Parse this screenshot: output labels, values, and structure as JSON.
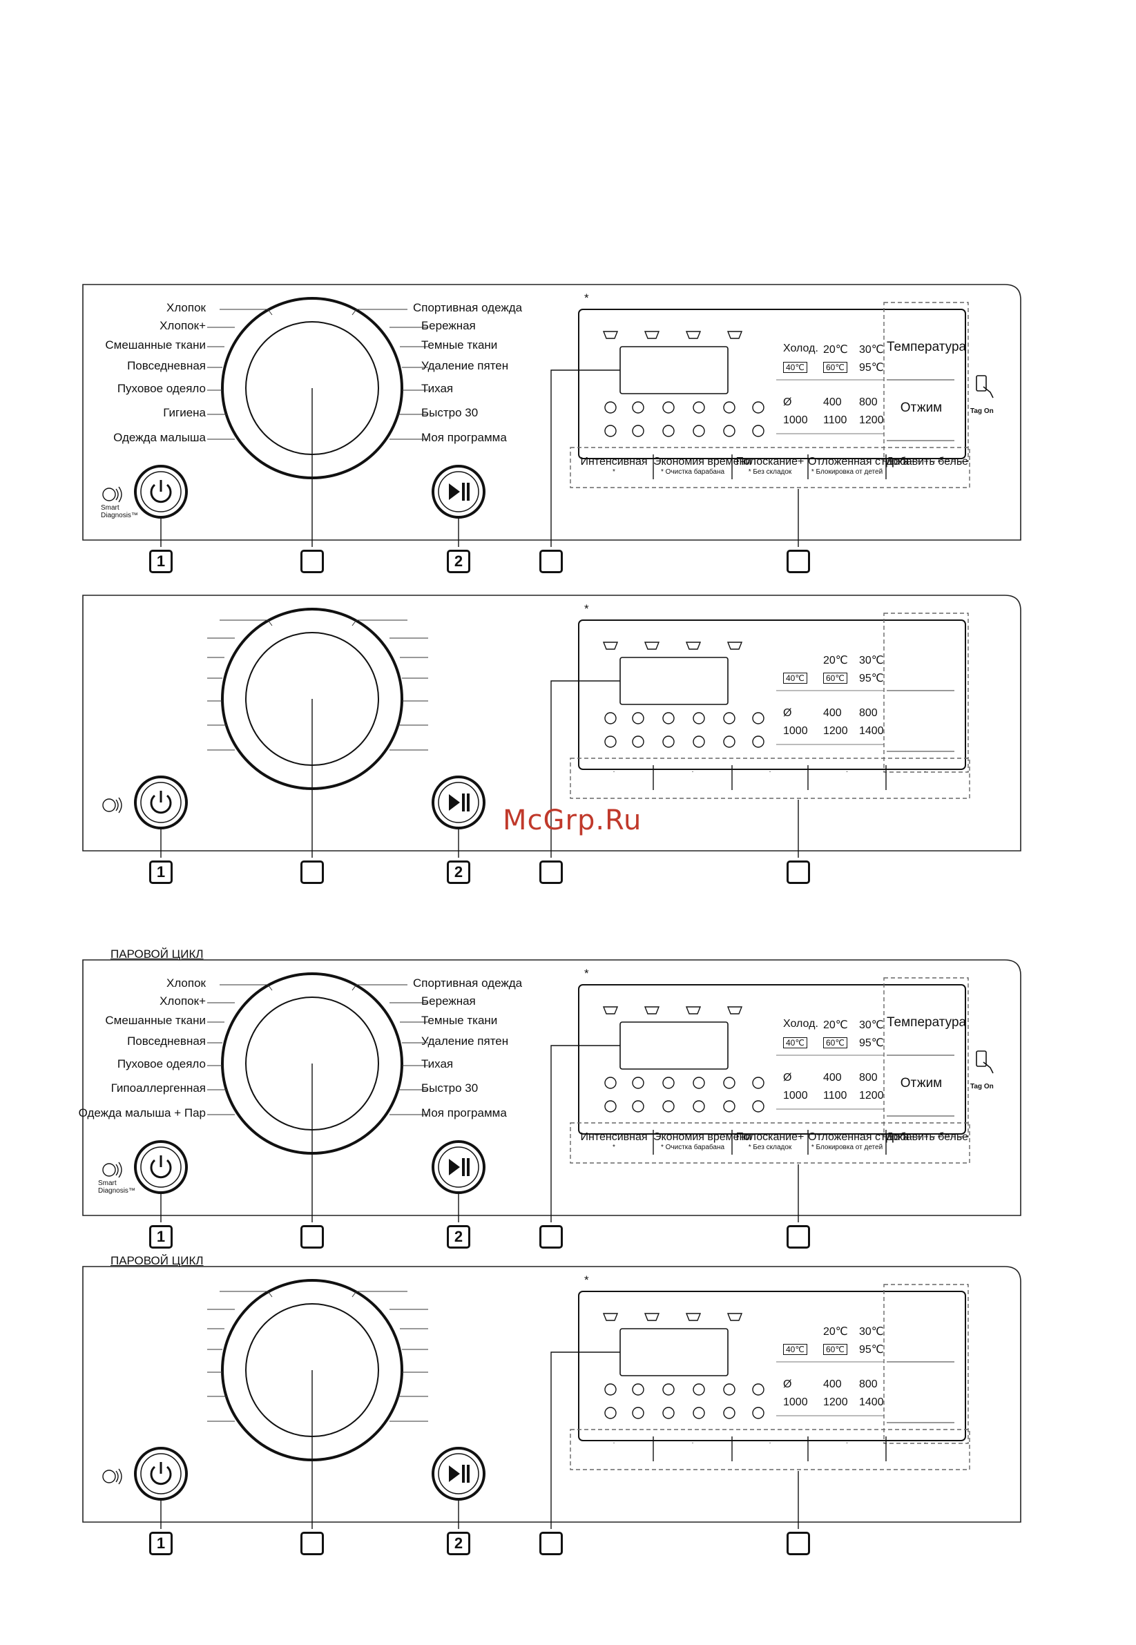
{
  "watermark": "McGrp.Ru",
  "asterisk": "*",
  "panels": [
    {
      "steam_title": "",
      "left_programs": [
        "Хлопок",
        "Хлопок+",
        "Смешанные ткани",
        "Повседневная",
        "Пуховое одеяло",
        "Гигиена",
        "Одежда малыша"
      ],
      "right_programs": [
        "Спортивная одежда",
        "Бережная",
        "Темные ткани",
        "Удаление пятен",
        "Тихая",
        "Быстро 30",
        "Моя программа"
      ],
      "smart_diagnosis": [
        "Smart",
        "Diagnosis™"
      ],
      "temps_row1": [
        "Холод.",
        "20℃",
        "30℃"
      ],
      "temps_row2": [
        "40℃",
        "60℃",
        "95℃"
      ],
      "spin_row1": [
        "Ø",
        "400",
        "800"
      ],
      "spin_row2": [
        "1000",
        "1100",
        "1200"
      ],
      "right_buttons": [
        "Температура",
        "Отжим"
      ],
      "tag_on": "Tag On",
      "options": [
        {
          "label": "Интенсивная",
          "sub": "*"
        },
        {
          "label": "Экономия времени",
          "sub": "* Очистка барабана"
        },
        {
          "label": "Полоскание+",
          "sub": "* Без складок"
        },
        {
          "label": "Отложенная стирка",
          "sub": "* Блокировка от детей"
        },
        {
          "label": "Добавить белье",
          "sub": ""
        }
      ],
      "callouts": [
        "1",
        "",
        "2",
        "",
        ""
      ]
    },
    {
      "steam_title": "",
      "left_programs": [],
      "right_programs": [],
      "smart_diagnosis": [],
      "temps_row1": [
        "",
        "20℃",
        "30℃"
      ],
      "temps_row2": [
        "40℃",
        "60℃",
        "95℃"
      ],
      "spin_row1": [
        "Ø",
        "400",
        "800"
      ],
      "spin_row2": [
        "1000",
        "1200",
        "1400"
      ],
      "right_buttons": [
        "",
        ""
      ],
      "tag_on": "",
      "options": [
        {
          "label": "",
          "sub": "."
        },
        {
          "label": "",
          "sub": "."
        },
        {
          "label": "",
          "sub": "."
        },
        {
          "label": "",
          "sub": "."
        },
        {
          "label": "",
          "sub": "."
        }
      ],
      "callouts": [
        "1",
        "",
        "2",
        "",
        ""
      ]
    },
    {
      "steam_title": "ПАРОВОЙ ЦИКЛ",
      "left_programs": [
        "Хлопок",
        "Хлопок+",
        "Смешанные ткани",
        "Повседневная",
        "Пуховое одеяло",
        "Гипоаллергенная",
        "Одежда малыша + Пар"
      ],
      "right_programs": [
        "Спортивная одежда",
        "Бережная",
        "Темные ткани",
        "Удаление пятен",
        "Тихая",
        "Быстро 30",
        "Моя программа"
      ],
      "smart_diagnosis": [
        "Smart",
        "Diagnosis™"
      ],
      "temps_row1": [
        "Холод.",
        "20℃",
        "30℃"
      ],
      "temps_row2": [
        "40℃",
        "60℃",
        "95℃"
      ],
      "spin_row1": [
        "Ø",
        "400",
        "800"
      ],
      "spin_row2": [
        "1000",
        "1100",
        "1200"
      ],
      "right_buttons": [
        "Температура",
        "Отжим"
      ],
      "tag_on": "Tag On",
      "options": [
        {
          "label": "Интенсивная",
          "sub": "*"
        },
        {
          "label": "Экономия времени",
          "sub": "* Очистка барабана"
        },
        {
          "label": "Полоскание+",
          "sub": "* Без складок"
        },
        {
          "label": "Отложенная стирка",
          "sub": "* Блокировка от детей"
        },
        {
          "label": "Добавить белье",
          "sub": ""
        }
      ],
      "callouts": [
        "1",
        "",
        "2",
        "",
        ""
      ]
    },
    {
      "steam_title": "ПАРОВОЙ ЦИКЛ",
      "left_programs": [],
      "right_programs": [],
      "smart_diagnosis": [],
      "temps_row1": [
        "",
        "20℃",
        "30℃"
      ],
      "temps_row2": [
        "40℃",
        "60℃",
        "95℃"
      ],
      "spin_row1": [
        "Ø",
        "400",
        "800"
      ],
      "spin_row2": [
        "1000",
        "1200",
        "1400"
      ],
      "right_buttons": [
        "",
        ""
      ],
      "tag_on": "",
      "options": [
        {
          "label": "",
          "sub": "."
        },
        {
          "label": "",
          "sub": "."
        },
        {
          "label": "",
          "sub": "."
        },
        {
          "label": "",
          "sub": "."
        },
        {
          "label": "",
          "sub": "."
        }
      ],
      "callouts": [
        "1",
        "",
        "2",
        "",
        ""
      ]
    }
  ]
}
